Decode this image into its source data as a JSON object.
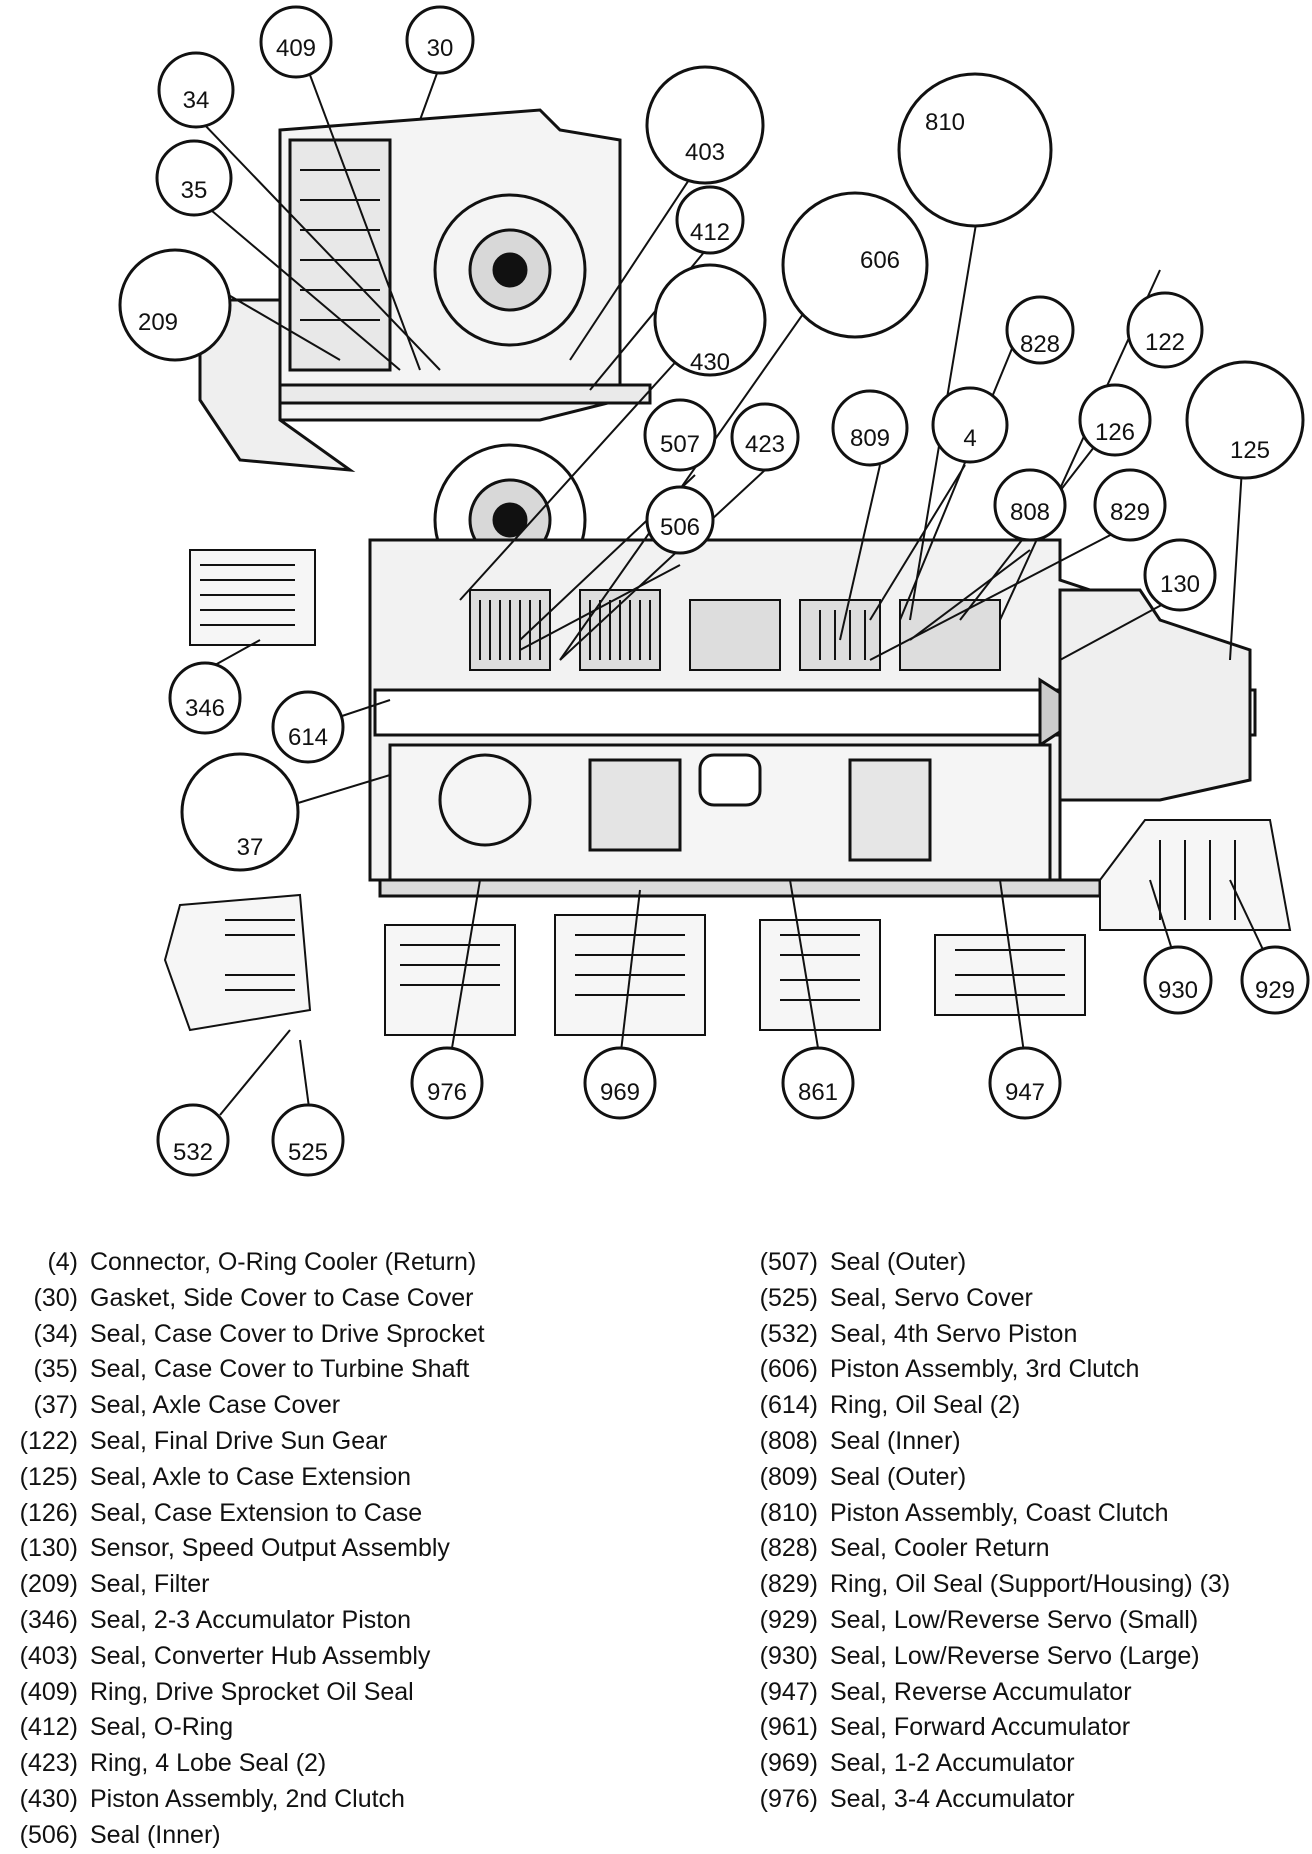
{
  "callouts": [
    {
      "id": "409",
      "label": "409"
    },
    {
      "id": "30",
      "label": "30"
    },
    {
      "id": "34",
      "label": "34"
    },
    {
      "id": "35",
      "label": "35"
    },
    {
      "id": "403",
      "label": "403"
    },
    {
      "id": "810",
      "label": "810"
    },
    {
      "id": "412",
      "label": "412"
    },
    {
      "id": "606",
      "label": "606"
    },
    {
      "id": "209",
      "label": "209"
    },
    {
      "id": "430",
      "label": "430"
    },
    {
      "id": "828",
      "label": "828"
    },
    {
      "id": "122",
      "label": "122"
    },
    {
      "id": "507",
      "label": "507"
    },
    {
      "id": "423",
      "label": "423"
    },
    {
      "id": "809",
      "label": "809"
    },
    {
      "id": "4",
      "label": "4"
    },
    {
      "id": "126",
      "label": "126"
    },
    {
      "id": "125",
      "label": "125"
    },
    {
      "id": "506",
      "label": "506"
    },
    {
      "id": "808",
      "label": "808"
    },
    {
      "id": "829",
      "label": "829"
    },
    {
      "id": "130",
      "label": "130"
    },
    {
      "id": "346",
      "label": "346"
    },
    {
      "id": "614",
      "label": "614"
    },
    {
      "id": "37",
      "label": "37"
    },
    {
      "id": "930",
      "label": "930"
    },
    {
      "id": "929",
      "label": "929"
    },
    {
      "id": "976",
      "label": "976"
    },
    {
      "id": "969",
      "label": "969"
    },
    {
      "id": "861",
      "label": "861"
    },
    {
      "id": "947",
      "label": "947"
    },
    {
      "id": "532",
      "label": "532"
    },
    {
      "id": "525",
      "label": "525"
    }
  ],
  "legend_left": [
    {
      "num": "(4)",
      "desc": "Connector, O-Ring Cooler (Return)"
    },
    {
      "num": "(30)",
      "desc": "Gasket, Side Cover to Case Cover"
    },
    {
      "num": "(34)",
      "desc": "Seal, Case Cover to Drive Sprocket"
    },
    {
      "num": "(35)",
      "desc": "Seal, Case Cover to Turbine Shaft"
    },
    {
      "num": "(37)",
      "desc": "Seal, Axle Case Cover"
    },
    {
      "num": "(122)",
      "desc": "Seal, Final Drive Sun Gear"
    },
    {
      "num": "(125)",
      "desc": "Seal, Axle to Case Extension"
    },
    {
      "num": "(126)",
      "desc": "Seal, Case Extension to Case"
    },
    {
      "num": "(130)",
      "desc": "Sensor, Speed Output Assembly"
    },
    {
      "num": "(209)",
      "desc": "Seal, Filter"
    },
    {
      "num": "(346)",
      "desc": "Seal, 2-3 Accumulator Piston"
    },
    {
      "num": "(403)",
      "desc": "Seal, Converter Hub Assembly"
    },
    {
      "num": "(409)",
      "desc": "Ring, Drive Sprocket Oil Seal"
    },
    {
      "num": "(412)",
      "desc": "Seal, O-Ring"
    },
    {
      "num": "(423)",
      "desc": "Ring, 4 Lobe Seal (2)"
    },
    {
      "num": "(430)",
      "desc": "Piston Assembly, 2nd Clutch"
    },
    {
      "num": "(506)",
      "desc": "Seal (Inner)"
    }
  ],
  "legend_right": [
    {
      "num": "(507)",
      "desc": "Seal (Outer)"
    },
    {
      "num": "(525)",
      "desc": "Seal, Servo Cover"
    },
    {
      "num": "(532)",
      "desc": "Seal, 4th Servo Piston"
    },
    {
      "num": "(606)",
      "desc": "Piston Assembly, 3rd Clutch"
    },
    {
      "num": "(614)",
      "desc": "Ring, Oil Seal (2)"
    },
    {
      "num": "(808)",
      "desc": "Seal (Inner)"
    },
    {
      "num": "(809)",
      "desc": "Seal (Outer)"
    },
    {
      "num": "(810)",
      "desc": "Piston Assembly, Coast Clutch"
    },
    {
      "num": "(828)",
      "desc": "Seal, Cooler Return"
    },
    {
      "num": "(829)",
      "desc": "Ring, Oil Seal (Support/Housing) (3)"
    },
    {
      "num": "(929)",
      "desc": "Seal, Low/Reverse Servo (Small)"
    },
    {
      "num": "(930)",
      "desc": "Seal, Low/Reverse Servo (Large)"
    },
    {
      "num": "(947)",
      "desc": "Seal, Reverse Accumulator"
    },
    {
      "num": "(961)",
      "desc": "Seal, Forward Accumulator"
    },
    {
      "num": "(969)",
      "desc": "Seal, 1-2 Accumulator"
    },
    {
      "num": "(976)",
      "desc": "Seal, 3-4 Accumulator"
    }
  ]
}
